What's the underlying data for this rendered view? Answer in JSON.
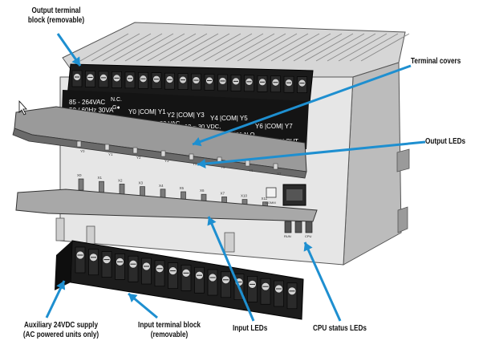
{
  "callouts": {
    "output_terminal_block": "Output terminal\nblock (removable)",
    "terminal_covers": "Terminal covers",
    "output_leds": "Output LEDs",
    "aux_supply": "Auxiliary 24VDC supply\n(AC powered units only)",
    "input_terminal_block": "Input terminal block\n(removable)",
    "input_leds": "Input LEDs",
    "cpu_status_leds": "CPU status LEDs"
  },
  "panel": {
    "power_rating_1": "85 - 264VAC",
    "power_rating_2": "50 / 60Hz  30VA",
    "gb": "G●",
    "nc": "N.C.",
    "y0_com_y1": "Y0 |COM| Y1",
    "y2_com_y3": "Y2 |COM| Y3",
    "y4_com_y5": "Y4 |COM| Y5",
    "y6_com_y7": "Y6 |COM| Y7",
    "range_ac": "12 ~ 250 VAC,",
    "range_dc": "12 ~ 30 VDC,",
    "current": "1A/7A  N.O.",
    "relay_out": "RELAY   OUT",
    "comm": "COMM",
    "run": "RUN",
    "pwr": "PWR",
    "cpu": "CPU"
  },
  "output_led_labels": [
    "Y0",
    "Y1",
    "Y2",
    "Y3",
    "Y4",
    "Y5",
    "Y6",
    "Y7"
  ],
  "input_led_labels": [
    "X0",
    "X1",
    "X2",
    "X3",
    "X4",
    "X5",
    "X6",
    "X7",
    "X10",
    "X11"
  ],
  "colors": {
    "ink": "#111111",
    "arrow": "#1e8fd0",
    "body_light": "#e2e2e2",
    "body_mid": "#bdbdbd",
    "body_dark": "#6e6e6e",
    "panel_black": "#141414"
  }
}
